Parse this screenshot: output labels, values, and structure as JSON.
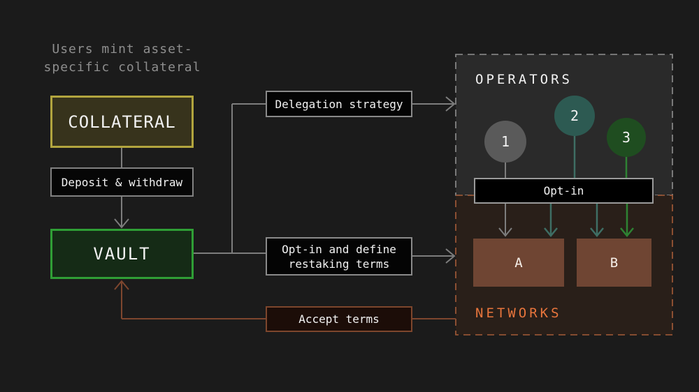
{
  "colors": {
    "background": "#1b1b1b",
    "collateral_border": "#b2a53e",
    "vault_border": "#2f9e35",
    "accept_border": "#7d462c",
    "networks_orange": "#e8753c",
    "operator1_gray": "#5a5a5a",
    "operator2_teal": "#2d5a52",
    "operator3_green": "#1f4d20",
    "network_box_brown": "#6f4533",
    "gray_line": "#7d7d7d",
    "brown_line": "#7e462e",
    "teal_line": "#3e6e64",
    "green_line": "#2e8233"
  },
  "annotation": {
    "line1": "Users mint asset-",
    "line2": "specific collateral"
  },
  "flow": {
    "collateral_label": "COLLATERAL",
    "deposit_label": "Deposit & withdraw",
    "vault_label": "VAULT",
    "delegation_label": "Delegation strategy",
    "restaking_line1": "Opt-in and define",
    "restaking_line2": "restaking terms",
    "accept_label": "Accept terms"
  },
  "operators": {
    "title": "OPERATORS",
    "optin_label": "Opt-in",
    "circles": [
      {
        "label": "1"
      },
      {
        "label": "2"
      },
      {
        "label": "3"
      }
    ]
  },
  "networks": {
    "title": "NETWORKS",
    "boxes": [
      {
        "label": "A"
      },
      {
        "label": "B"
      }
    ]
  }
}
